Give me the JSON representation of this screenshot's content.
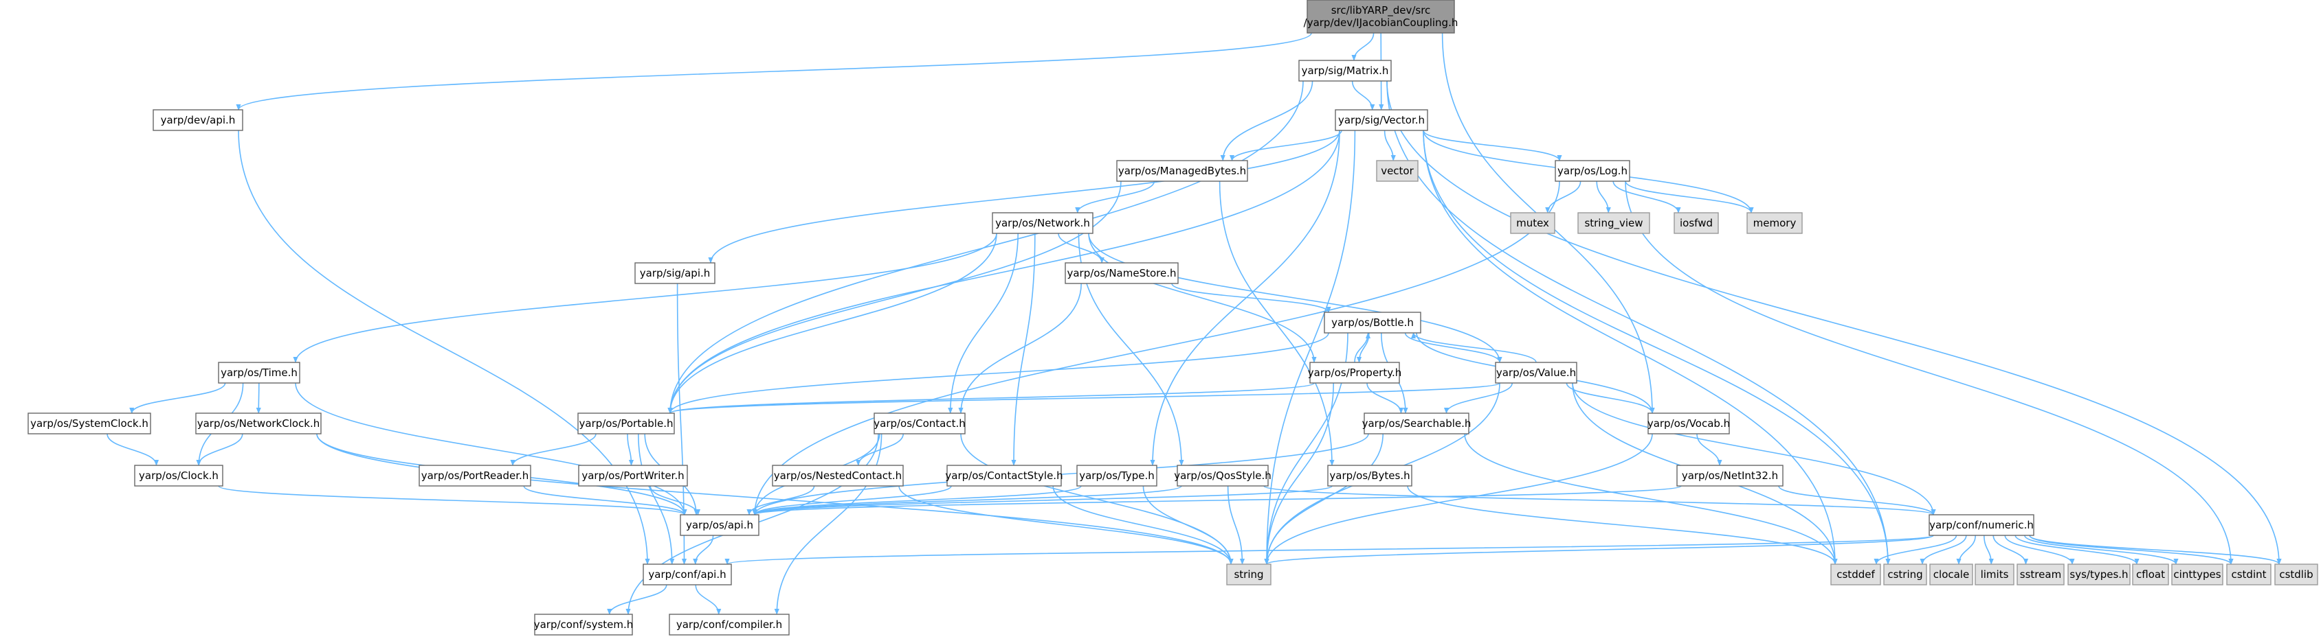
{
  "colors": {
    "edge": "#63b8ff",
    "node_fill": "#ffffff",
    "node_border": "#666666",
    "external_fill": "#e0e0e0",
    "external_border": "#999999",
    "root_fill": "#999999",
    "root_border": "#666666"
  },
  "nodes": [
    {
      "id": "root",
      "kind": "root",
      "lines": [
        "src/libYARP_dev/src",
        "/yarp/dev/IJacobianCoupling.h"
      ]
    },
    {
      "id": "matrix",
      "kind": "header",
      "lines": [
        "yarp/sig/Matrix.h"
      ]
    },
    {
      "id": "devapi",
      "kind": "header",
      "lines": [
        "yarp/dev/api.h"
      ]
    },
    {
      "id": "vector",
      "kind": "header",
      "lines": [
        "yarp/sig/Vector.h"
      ]
    },
    {
      "id": "managedbytes",
      "kind": "header",
      "lines": [
        "yarp/os/ManagedBytes.h"
      ]
    },
    {
      "id": "vectorstd",
      "kind": "external",
      "lines": [
        "vector"
      ]
    },
    {
      "id": "log",
      "kind": "header",
      "lines": [
        "yarp/os/Log.h"
      ]
    },
    {
      "id": "network",
      "kind": "header",
      "lines": [
        "yarp/os/Network.h"
      ]
    },
    {
      "id": "mutex",
      "kind": "external",
      "lines": [
        "mutex"
      ]
    },
    {
      "id": "string_view",
      "kind": "external",
      "lines": [
        "string_view"
      ]
    },
    {
      "id": "iosfwd",
      "kind": "external",
      "lines": [
        "iosfwd"
      ]
    },
    {
      "id": "memory",
      "kind": "external",
      "lines": [
        "memory"
      ]
    },
    {
      "id": "sigapi",
      "kind": "header",
      "lines": [
        "yarp/sig/api.h"
      ]
    },
    {
      "id": "namestore",
      "kind": "header",
      "lines": [
        "yarp/os/NameStore.h"
      ]
    },
    {
      "id": "bottle",
      "kind": "header",
      "lines": [
        "yarp/os/Bottle.h"
      ]
    },
    {
      "id": "time",
      "kind": "header",
      "lines": [
        "yarp/os/Time.h"
      ]
    },
    {
      "id": "property",
      "kind": "header",
      "lines": [
        "yarp/os/Property.h"
      ]
    },
    {
      "id": "value",
      "kind": "header",
      "lines": [
        "yarp/os/Value.h"
      ]
    },
    {
      "id": "systemclock",
      "kind": "header",
      "lines": [
        "yarp/os/SystemClock.h"
      ]
    },
    {
      "id": "networkclock",
      "kind": "header",
      "lines": [
        "yarp/os/NetworkClock.h"
      ]
    },
    {
      "id": "portable",
      "kind": "header",
      "lines": [
        "yarp/os/Portable.h"
      ]
    },
    {
      "id": "contact",
      "kind": "header",
      "lines": [
        "yarp/os/Contact.h"
      ]
    },
    {
      "id": "searchable",
      "kind": "header",
      "lines": [
        "yarp/os/Searchable.h"
      ]
    },
    {
      "id": "vocab",
      "kind": "header",
      "lines": [
        "yarp/os/Vocab.h"
      ]
    },
    {
      "id": "clock",
      "kind": "header",
      "lines": [
        "yarp/os/Clock.h"
      ]
    },
    {
      "id": "portreader",
      "kind": "header",
      "lines": [
        "yarp/os/PortReader.h"
      ]
    },
    {
      "id": "portwriter",
      "kind": "header",
      "lines": [
        "yarp/os/PortWriter.h"
      ]
    },
    {
      "id": "nestedcontact",
      "kind": "header",
      "lines": [
        "yarp/os/NestedContact.h"
      ]
    },
    {
      "id": "contactstyle",
      "kind": "header",
      "lines": [
        "yarp/os/ContactStyle.h"
      ]
    },
    {
      "id": "type",
      "kind": "header",
      "lines": [
        "yarp/os/Type.h"
      ]
    },
    {
      "id": "qosstyle",
      "kind": "header",
      "lines": [
        "yarp/os/QosStyle.h"
      ]
    },
    {
      "id": "bytes",
      "kind": "header",
      "lines": [
        "yarp/os/Bytes.h"
      ]
    },
    {
      "id": "netint32",
      "kind": "header",
      "lines": [
        "yarp/os/NetInt32.h"
      ]
    },
    {
      "id": "osapi",
      "kind": "header",
      "lines": [
        "yarp/os/api.h"
      ]
    },
    {
      "id": "numeric",
      "kind": "header",
      "lines": [
        "yarp/conf/numeric.h"
      ]
    },
    {
      "id": "confapi",
      "kind": "header",
      "lines": [
        "yarp/conf/api.h"
      ]
    },
    {
      "id": "string",
      "kind": "external",
      "lines": [
        "string"
      ]
    },
    {
      "id": "cstddef",
      "kind": "external",
      "lines": [
        "cstddef"
      ]
    },
    {
      "id": "cstring",
      "kind": "external",
      "lines": [
        "cstring"
      ]
    },
    {
      "id": "clocale",
      "kind": "external",
      "lines": [
        "clocale"
      ]
    },
    {
      "id": "limits",
      "kind": "external",
      "lines": [
        "limits"
      ]
    },
    {
      "id": "sstream",
      "kind": "external",
      "lines": [
        "sstream"
      ]
    },
    {
      "id": "systypes",
      "kind": "external",
      "lines": [
        "sys/types.h"
      ]
    },
    {
      "id": "cfloat",
      "kind": "external",
      "lines": [
        "cfloat"
      ]
    },
    {
      "id": "cinttypes",
      "kind": "external",
      "lines": [
        "cinttypes"
      ]
    },
    {
      "id": "cstdint",
      "kind": "external",
      "lines": [
        "cstdint"
      ]
    },
    {
      "id": "cstdlib",
      "kind": "external",
      "lines": [
        "cstdlib"
      ]
    },
    {
      "id": "confsystem",
      "kind": "header",
      "lines": [
        "yarp/conf/system.h"
      ]
    },
    {
      "id": "confcompiler",
      "kind": "header",
      "lines": [
        "yarp/conf/compiler.h"
      ]
    }
  ],
  "edges": [
    [
      "root",
      "matrix"
    ],
    [
      "root",
      "devapi"
    ],
    [
      "root",
      "vector"
    ],
    [
      "root",
      "vocab"
    ],
    [
      "matrix",
      "vector"
    ],
    [
      "matrix",
      "managedbytes"
    ],
    [
      "matrix",
      "portable"
    ],
    [
      "matrix",
      "cstring"
    ],
    [
      "matrix",
      "cstdlib"
    ],
    [
      "devapi",
      "confapi"
    ],
    [
      "vector",
      "managedbytes"
    ],
    [
      "vector",
      "vectorstd"
    ],
    [
      "vector",
      "log"
    ],
    [
      "vector",
      "sigapi"
    ],
    [
      "vector",
      "portable"
    ],
    [
      "vector",
      "type"
    ],
    [
      "vector",
      "string"
    ],
    [
      "vector",
      "cstddef"
    ],
    [
      "vector",
      "cstring"
    ],
    [
      "vector",
      "memory"
    ],
    [
      "managedbytes",
      "network"
    ],
    [
      "managedbytes",
      "portable"
    ],
    [
      "managedbytes",
      "bytes"
    ],
    [
      "log",
      "mutex"
    ],
    [
      "log",
      "string_view"
    ],
    [
      "log",
      "iosfwd"
    ],
    [
      "log",
      "memory"
    ],
    [
      "log",
      "osapi"
    ],
    [
      "log",
      "cstdint"
    ],
    [
      "network",
      "namestore"
    ],
    [
      "network",
      "time"
    ],
    [
      "network",
      "portable"
    ],
    [
      "network",
      "contact"
    ],
    [
      "network",
      "contactstyle"
    ],
    [
      "network",
      "qosstyle"
    ],
    [
      "network",
      "property"
    ],
    [
      "network",
      "value"
    ],
    [
      "sigapi",
      "confapi"
    ],
    [
      "namestore",
      "bottle"
    ],
    [
      "namestore",
      "contact"
    ],
    [
      "bottle",
      "property"
    ],
    [
      "bottle",
      "value"
    ],
    [
      "bottle",
      "portable"
    ],
    [
      "bottle",
      "searchable"
    ],
    [
      "bottle",
      "vocab"
    ],
    [
      "bottle",
      "string"
    ],
    [
      "time",
      "systemclock"
    ],
    [
      "time",
      "networkclock"
    ],
    [
      "time",
      "clock"
    ],
    [
      "time",
      "osapi"
    ],
    [
      "property",
      "bottle"
    ],
    [
      "property",
      "portable"
    ],
    [
      "property",
      "searchable"
    ],
    [
      "property",
      "string"
    ],
    [
      "value",
      "bottle"
    ],
    [
      "value",
      "portable"
    ],
    [
      "value",
      "searchable"
    ],
    [
      "value",
      "vocab"
    ],
    [
      "value",
      "numeric"
    ],
    [
      "value",
      "string"
    ],
    [
      "value",
      "cstddef"
    ],
    [
      "systemclock",
      "clock"
    ],
    [
      "networkclock",
      "clock"
    ],
    [
      "networkclock",
      "osapi"
    ],
    [
      "networkclock",
      "string"
    ],
    [
      "portable",
      "portreader"
    ],
    [
      "portable",
      "portwriter"
    ],
    [
      "portable",
      "osapi"
    ],
    [
      "portable",
      "confapi"
    ],
    [
      "contact",
      "nestedcontact"
    ],
    [
      "contact",
      "osapi"
    ],
    [
      "contact",
      "string"
    ],
    [
      "contact",
      "confsystem"
    ],
    [
      "contact",
      "confcompiler"
    ],
    [
      "searchable",
      "osapi"
    ],
    [
      "searchable",
      "string"
    ],
    [
      "searchable",
      "cstddef"
    ],
    [
      "vocab",
      "netint32"
    ],
    [
      "vocab",
      "string"
    ],
    [
      "clock",
      "osapi"
    ],
    [
      "portreader",
      "osapi"
    ],
    [
      "portwriter",
      "osapi"
    ],
    [
      "nestedcontact",
      "osapi"
    ],
    [
      "nestedcontact",
      "string"
    ],
    [
      "contactstyle",
      "osapi"
    ],
    [
      "contactstyle",
      "string"
    ],
    [
      "type",
      "osapi"
    ],
    [
      "type",
      "string"
    ],
    [
      "qosstyle",
      "osapi"
    ],
    [
      "qosstyle",
      "numeric"
    ],
    [
      "qosstyle",
      "string"
    ],
    [
      "bytes",
      "osapi"
    ],
    [
      "bytes",
      "cstddef"
    ],
    [
      "netint32",
      "osapi"
    ],
    [
      "netint32",
      "numeric"
    ],
    [
      "osapi",
      "confapi"
    ],
    [
      "numeric",
      "confapi"
    ],
    [
      "numeric",
      "string"
    ],
    [
      "numeric",
      "cstddef"
    ],
    [
      "numeric",
      "cstring"
    ],
    [
      "numeric",
      "clocale"
    ],
    [
      "numeric",
      "limits"
    ],
    [
      "numeric",
      "sstream"
    ],
    [
      "numeric",
      "systypes"
    ],
    [
      "numeric",
      "cfloat"
    ],
    [
      "numeric",
      "cinttypes"
    ],
    [
      "numeric",
      "cstdint"
    ],
    [
      "numeric",
      "cstdlib"
    ],
    [
      "confapi",
      "confsystem"
    ],
    [
      "confapi",
      "confcompiler"
    ]
  ]
}
